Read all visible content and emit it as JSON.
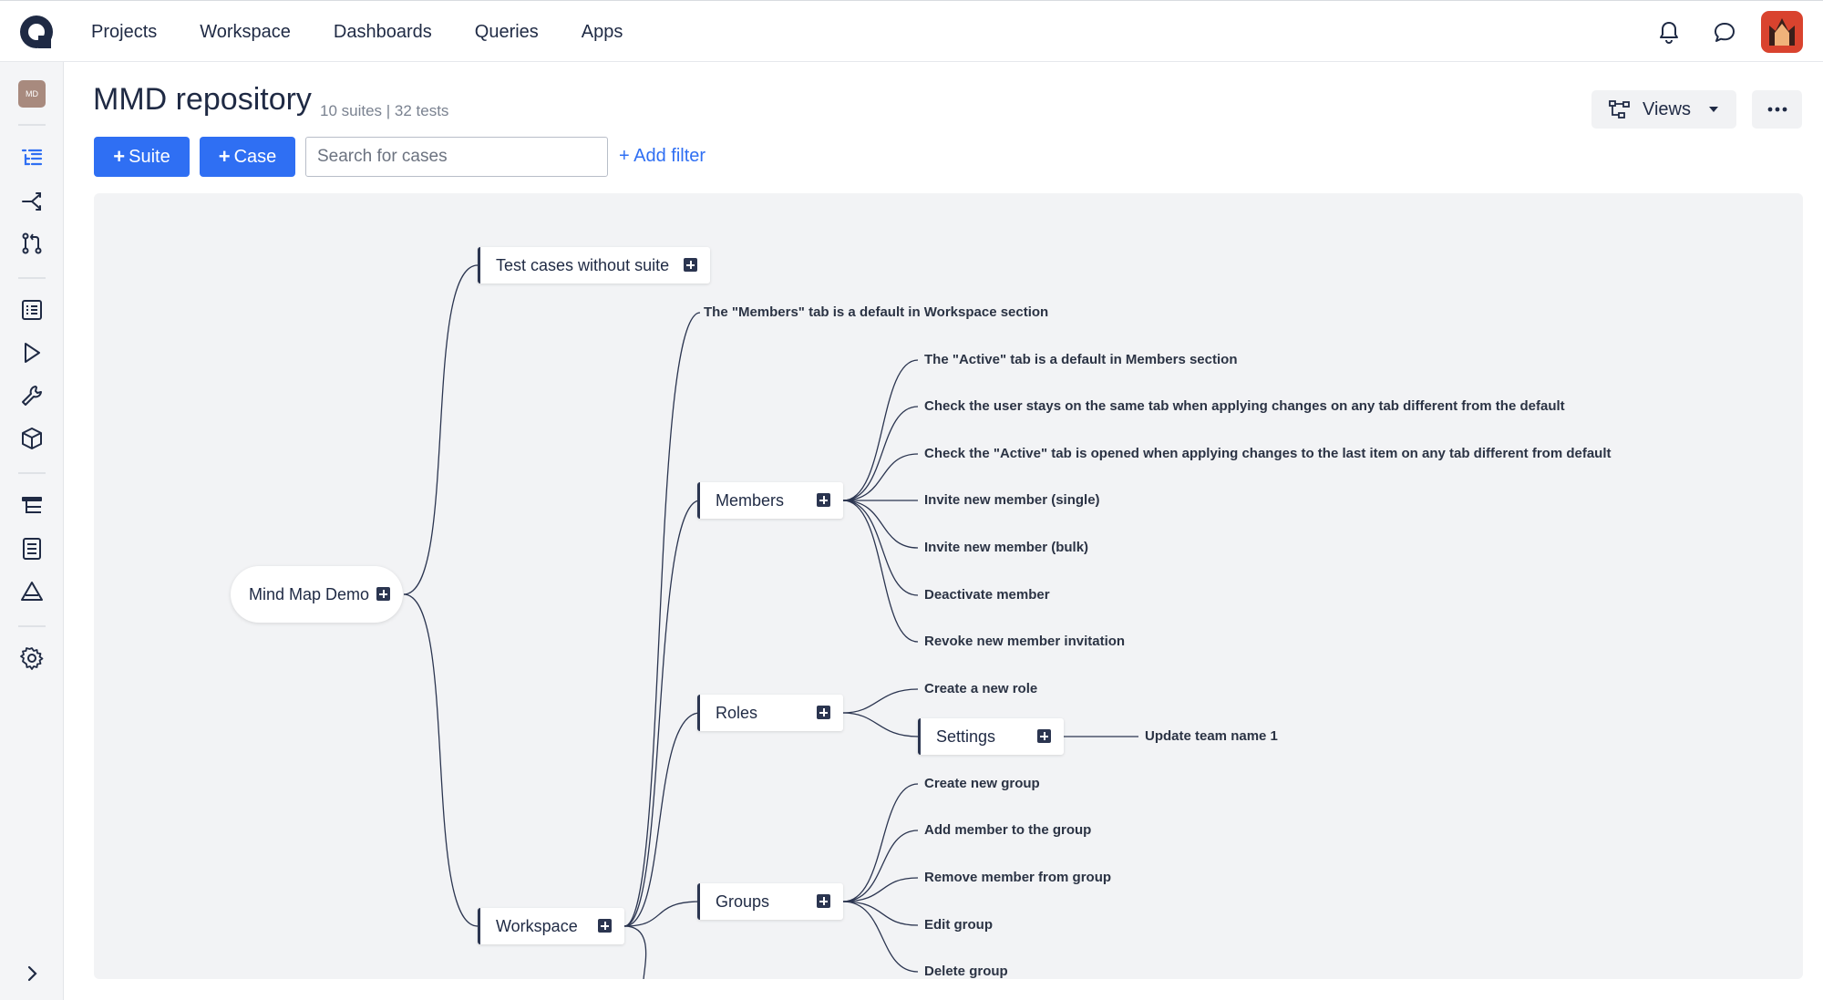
{
  "nav": [
    "Projects",
    "Workspace",
    "Dashboards",
    "Queries",
    "Apps"
  ],
  "sidebar": {
    "project_badge": "MD"
  },
  "header": {
    "title": "MMD repository",
    "subtitle": "10 suites | 32 tests",
    "suite_button": "Suite",
    "case_button": "Case",
    "search_placeholder": "Search for cases",
    "add_filter": "+ Add filter",
    "views_label": "Views"
  },
  "mindmap": {
    "root": "Mind Map Demo",
    "test_cases_without_suite": "Test cases without suite",
    "workspace": "Workspace",
    "members_default": "The \"Members\" tab is a default in Workspace section",
    "members": "Members",
    "members_cases": [
      "The \"Active\" tab is a default in Members section",
      "Check the user stays on the same tab when applying changes on any tab different from the default",
      "Check the \"Active\" tab is opened when applying changes to the last item on any tab different from default",
      "Invite  new member (single)",
      "Invite  new member (bulk)",
      "Deactivate member",
      "Revoke new member invitation"
    ],
    "roles": "Roles",
    "roles_case": "Create a new role",
    "settings": "Settings",
    "settings_case": "Update team name 1",
    "groups": "Groups",
    "groups_cases": [
      "Create new group",
      "Add member to the group",
      "Remove member from group",
      "Edit group",
      "Delete group"
    ]
  }
}
